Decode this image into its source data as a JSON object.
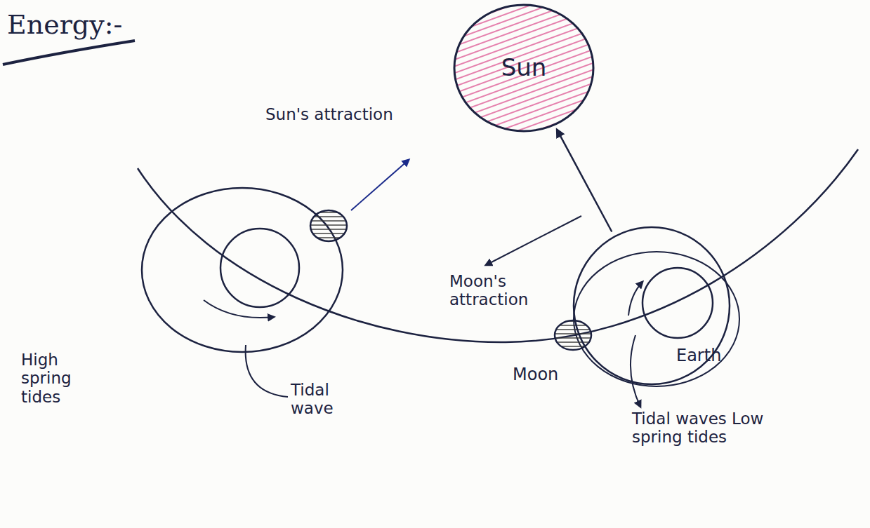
{
  "diagram": {
    "title": "Energy:-",
    "nodes": [
      {
        "text": [
          "Sun"
        ]
      },
      {
        "text": [
          "Moon"
        ]
      },
      {
        "text": [
          "Earth"
        ]
      }
    ],
    "edges": [
      {
        "from": 2,
        "to": 0,
        "arrow": "to"
      }
    ],
    "labels": [
      "Sun's attraction",
      "Moon's attraction",
      "Tidal wave",
      "Tidal waves Low spring tides",
      "High spring tides"
    ]
  }
}
